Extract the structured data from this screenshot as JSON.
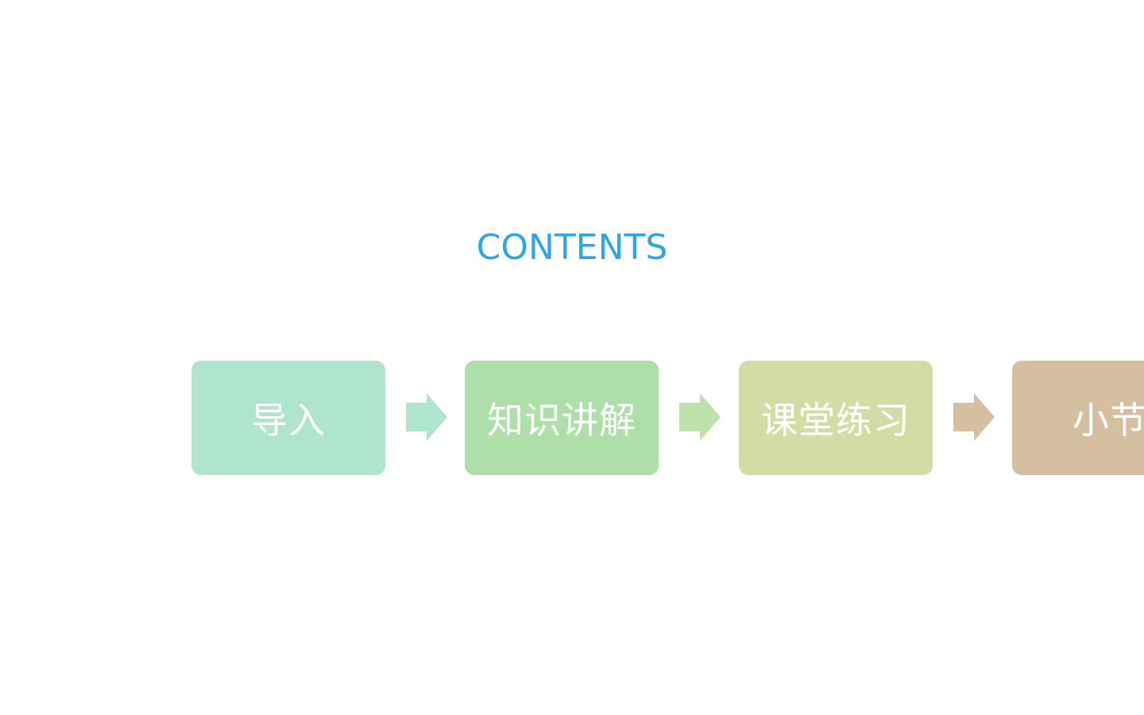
{
  "slide": {
    "title": "CONTENTS"
  },
  "flow": {
    "steps": [
      {
        "label": "导入",
        "color": "#aee5cc"
      },
      {
        "label": "知识讲解",
        "color": "#aedfa9"
      },
      {
        "label": "课堂练习",
        "color": "#d2dda6"
      },
      {
        "label": "小节",
        "color": "#d6bea0"
      }
    ],
    "arrows": [
      {
        "color": "#aee5cc",
        "icon": "right-arrow-icon"
      },
      {
        "color": "#bde2aa",
        "icon": "right-arrow-icon"
      },
      {
        "color": "#d6bea0",
        "icon": "right-arrow-icon"
      }
    ]
  },
  "colors": {
    "title": "#2ea6e6",
    "step_text": "#ffffff",
    "background": "#ffffff"
  }
}
